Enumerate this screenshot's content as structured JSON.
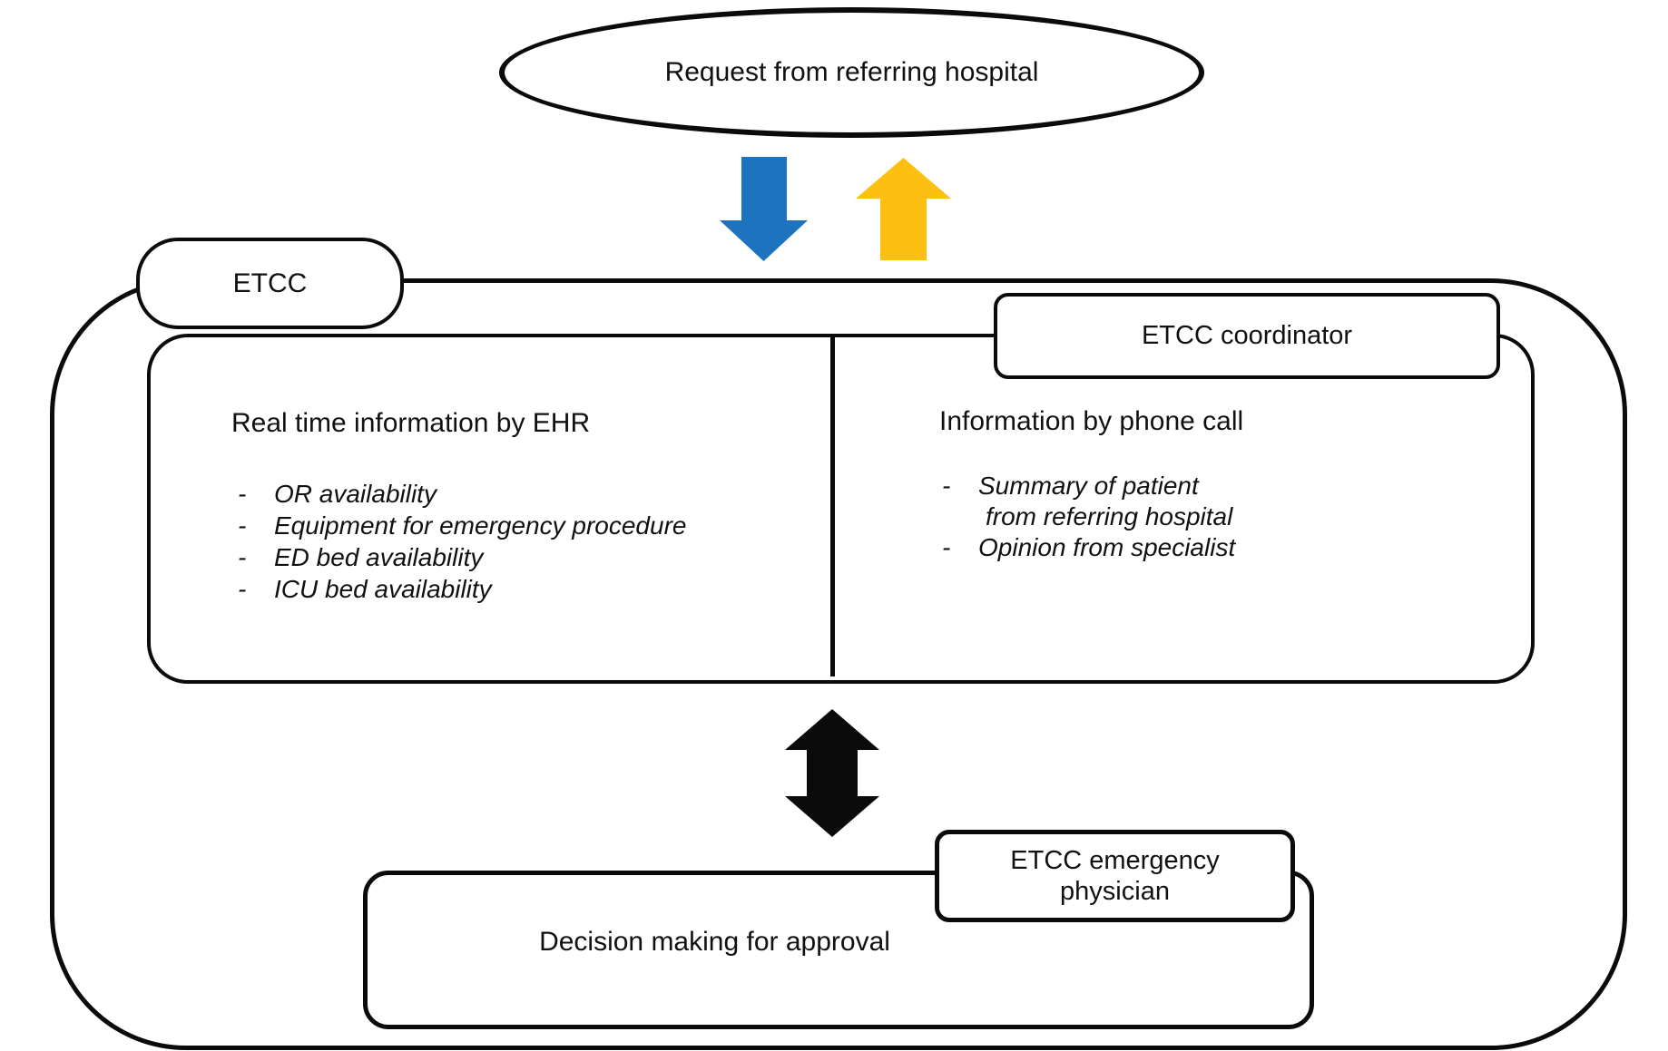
{
  "request": {
    "label": "Request from referring hospital"
  },
  "etcc_container": {
    "label": "ETCC"
  },
  "coordinator": {
    "label": "ETCC coordinator"
  },
  "ehr_column": {
    "heading": "Real time information by EHR",
    "bullet_marker": "-",
    "items": [
      "OR availability",
      "Equipment for emergency procedure",
      "ED bed availability",
      "ICU bed availability"
    ]
  },
  "phone_column": {
    "heading": "Information by phone call",
    "bullet_marker": "-",
    "item1_line1": "Summary of patient",
    "item1_line2": "from referring hospital",
    "item2": "Opinion from specialist"
  },
  "physician": {
    "line1": "ETCC emergency",
    "line2": "physician"
  },
  "decision": {
    "label": "Decision making for approval"
  },
  "colors": {
    "down_arrow": "#1e73be",
    "up_arrow": "#fdc010",
    "double_arrow": "#0b0b0b"
  }
}
